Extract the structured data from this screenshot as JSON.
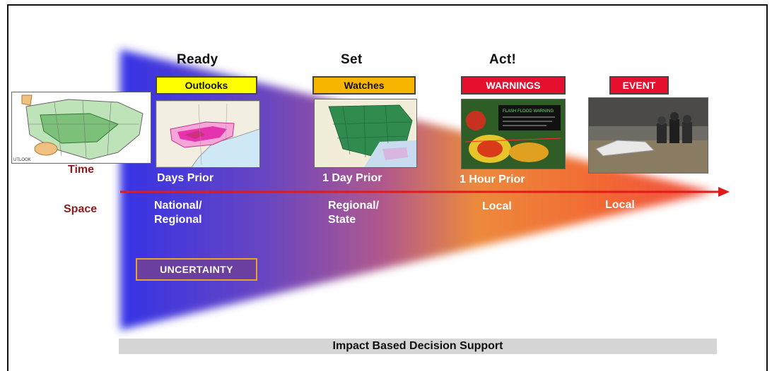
{
  "colors": {
    "wedge_start": "#3a39e0",
    "wedge_mid": "#7a4fb0",
    "wedge_orange": "#f08a2a",
    "wedge_end": "#e83b2a",
    "arrow": "#e11a1a",
    "outlooks_bg": "#ffff00",
    "watches_bg": "#f7b500",
    "warnings_bg": "#e4102e",
    "event_bg": "#e4102e",
    "uncertainty_bg": "#6b3fa0",
    "uncertainty_border": "#e3a52a",
    "footer_bg": "#d6d6d6"
  },
  "stages": [
    {
      "heading": "Ready",
      "box_label": "Outlooks",
      "time": "Days Prior",
      "space_line1": "National/",
      "space_line2": "Regional",
      "image": "convective-outlook-map"
    },
    {
      "heading": "Set",
      "box_label": "Watches",
      "time": "1 Day Prior",
      "space_line1": "Regional/",
      "space_line2": "State",
      "image": "watch-county-map"
    },
    {
      "heading": "Act!",
      "box_label": "WARNINGS",
      "time": "1 Hour Prior",
      "space_line1": "Local",
      "space_line2": "",
      "image": "radar-warning-map"
    },
    {
      "heading": "",
      "box_label": "EVENT",
      "time": "",
      "space_line1": "Local",
      "space_line2": "",
      "image": "flooded-car-photo"
    }
  ],
  "axis": {
    "time_label": "Time",
    "space_label": "Space"
  },
  "map_texts": {
    "outlook_small": "UTLOOK",
    "warning_title": "FLASH FLOOD WARNING"
  },
  "uncertainty_label": "UNCERTAINTY",
  "footer_label": "Impact Based Decision Support"
}
